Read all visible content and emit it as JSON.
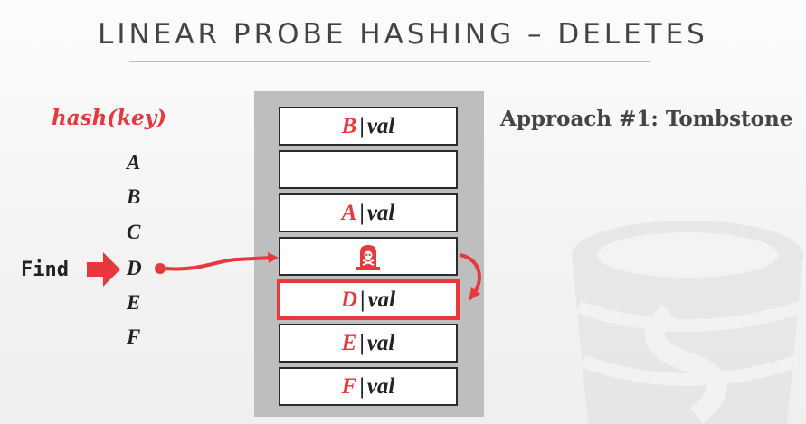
{
  "slide": {
    "title": "LINEAR PROBE HASHING – DELETES",
    "hash_label": "hash(key)",
    "keys": [
      "A",
      "B",
      "C",
      "D",
      "E",
      "F"
    ],
    "find_label": "Find",
    "approach_text": "Approach #1: Tombstone"
  },
  "table": {
    "slots": [
      {
        "key": "B",
        "sep": "|",
        "value": "val",
        "state": "filled"
      },
      {
        "key": "",
        "sep": "",
        "value": "",
        "state": "empty"
      },
      {
        "key": "A",
        "sep": "|",
        "value": "val",
        "state": "filled"
      },
      {
        "key": "",
        "sep": "",
        "value": "",
        "state": "tombstone"
      },
      {
        "key": "D",
        "sep": "|",
        "value": "val",
        "state": "found"
      },
      {
        "key": "E",
        "sep": "|",
        "value": "val",
        "state": "filled"
      },
      {
        "key": "F",
        "sep": "|",
        "value": "val",
        "state": "filled"
      }
    ]
  },
  "colors": {
    "accent": "#e8383d",
    "table_background": "#bebebe",
    "text": "#222222",
    "title": "#444444"
  },
  "icons": {
    "tombstone": "tombstone-icon",
    "find_arrow": "right-arrow-icon",
    "watermark": "database-icon"
  }
}
